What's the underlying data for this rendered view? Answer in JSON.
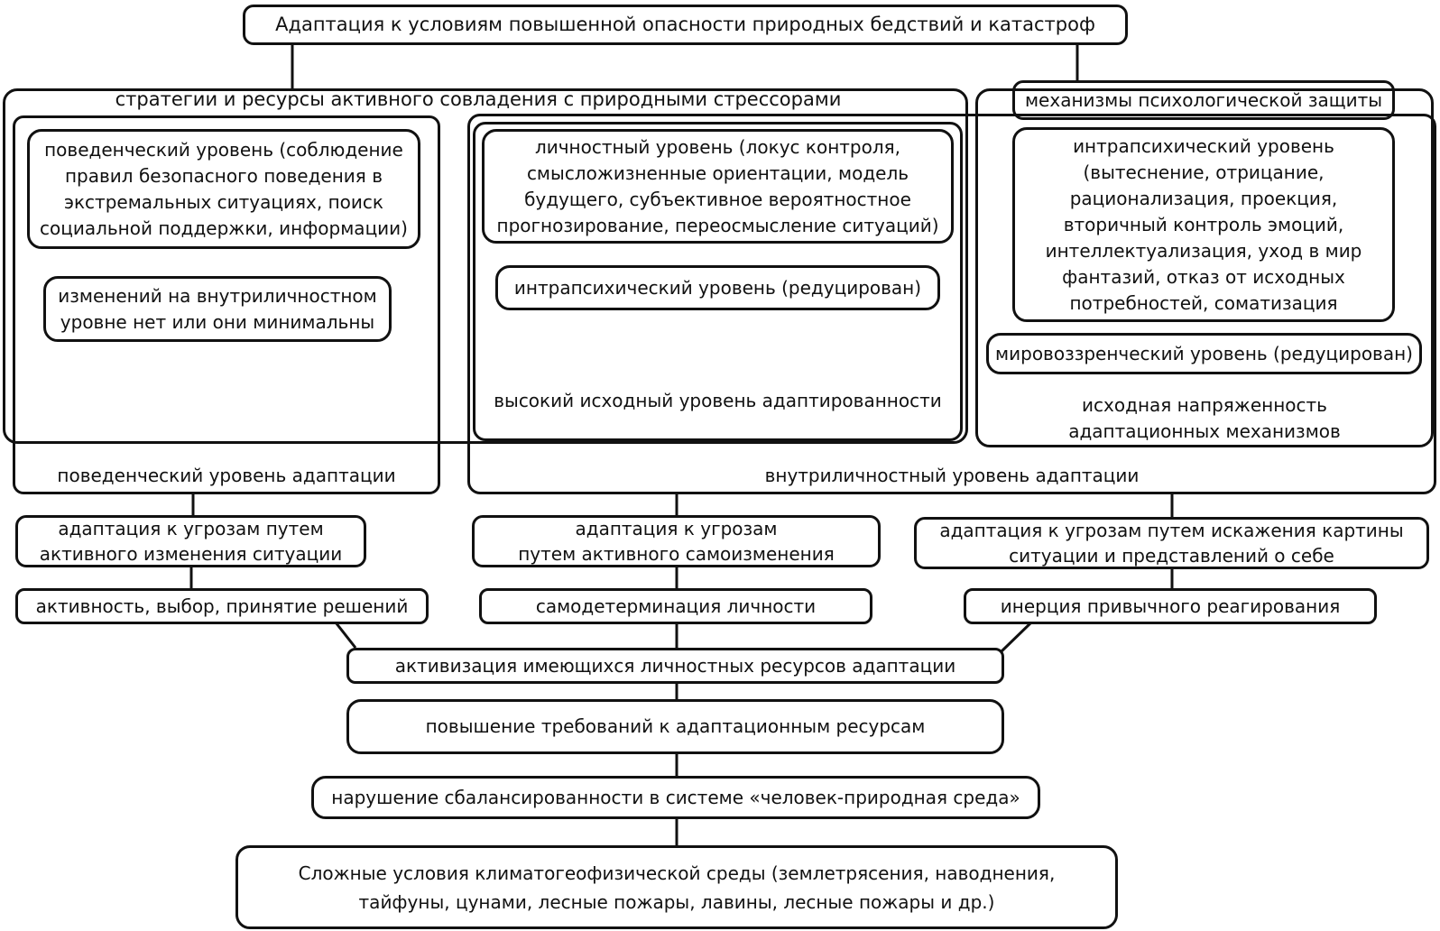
{
  "top": "Адаптация к условиям повышенной опасности природных бедствий и катастроф",
  "coping_strategies_label": "стратегии и ресурсы активного совладения с природными стрессорами",
  "defense_label": "механизмы психологической защиты",
  "behavioral": {
    "level": "поведенческий уровень (соблюдение\nправил безопасного поведения в\nэкстремальных ситуациях, поиск\nсоциальной поддержки, информации)",
    "intra_none": "изменений на внутриличностном\nуровне нет или они минимальны",
    "frame_label": "поведенческий уровень адаптации"
  },
  "personal": {
    "level": "личностный уровень (локус контроля,\nсмысложизненные ориентации, модель\nбудущего, субъективное вероятностное\nпрогнозирование, переосмысление ситуаций)",
    "intrapsychic": "интрапсихический уровень (редуцирован)",
    "high_level": "высокий исходный уровень адаптированности"
  },
  "defense": {
    "intrapsychic": "интрапсихический уровень\n(вытеснение, отрицание,\nрационализация, проекция,\nвторичный контроль эмоций,\nинтеллектуализация, уход в мир\nфантазий, отказ от исходных\nпотребностей, соматизация",
    "worldview": "мировоззренческий уровень (редуцирован)",
    "tension": "исходная напряженность\nадаптационных механизмов"
  },
  "intrapersonal_frame_label": "внутриличностный уровень адаптации",
  "row1": {
    "left": "адаптация к угрозам путем\nактивного изменения ситуации",
    "middle": "адаптация к угрозам\nпутем активного самоизменения",
    "right": "адаптация к угрозам путем искажения картины\nситуации и представлений о себе"
  },
  "row2": {
    "left": "активность, выбор, принятие решений",
    "middle": "самодетерминация личности",
    "right": "инерция привычного реагирования"
  },
  "activation": "активизация имеющихся личностных ресурсов адаптации",
  "demands": "повышение требований к адаптационным ресурсам",
  "imbalance": "нарушение сбалансированности в системе «человек-природная среда»",
  "conditions": "Сложные условия климатогеофизической среды (землетрясения, наводнения,\nтайфуны, цунами, лесные пожары, лавины, лесные пожары и др.)"
}
